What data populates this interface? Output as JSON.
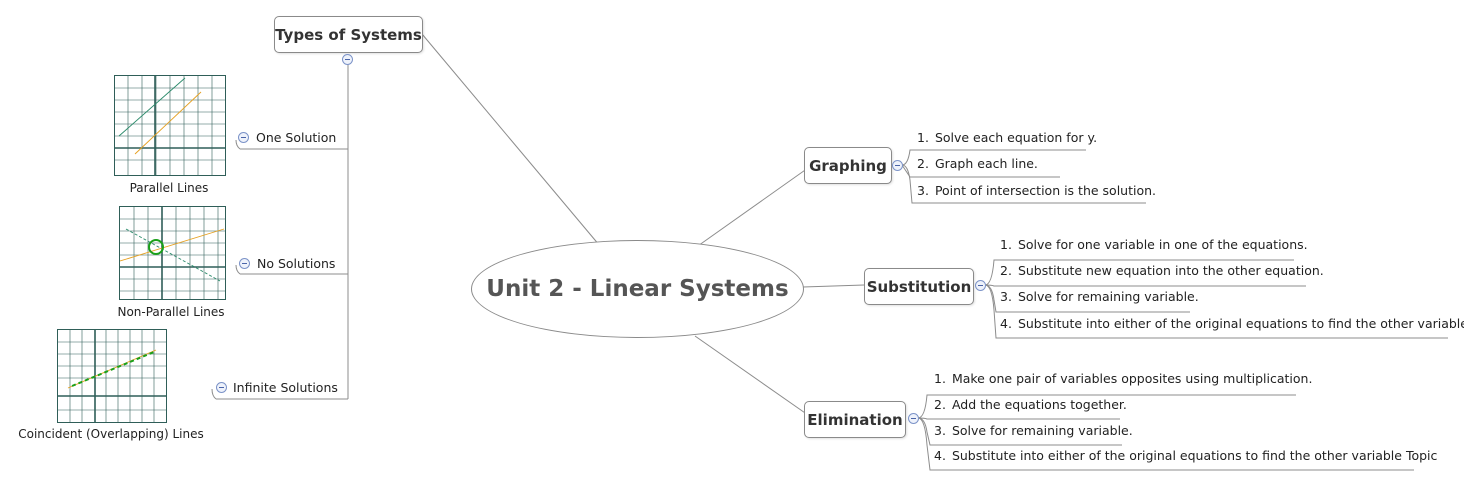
{
  "central": {
    "title": "Unit 2 - Linear Systems"
  },
  "types": {
    "title": "Types of Systems",
    "items": [
      {
        "label": "One Solution",
        "caption": "Parallel Lines"
      },
      {
        "label": "No Solutions",
        "caption": "Non-Parallel Lines"
      },
      {
        "label": "Infinite Solutions",
        "caption": "Coincident (Overlapping) Lines"
      }
    ]
  },
  "graphing": {
    "title": "Graphing",
    "steps": [
      {
        "num": "1.",
        "text": "Solve each equation for y."
      },
      {
        "num": "2.",
        "text": "Graph each line."
      },
      {
        "num": "3.",
        "text": "Point of intersection is the solution."
      }
    ]
  },
  "substitution": {
    "title": "Substitution",
    "steps": [
      {
        "num": "1.",
        "text": "Solve for one variable in one of the equations."
      },
      {
        "num": "2.",
        "text": "Substitute new equation into the other equation."
      },
      {
        "num": "3.",
        "text": "Solve for remaining variable."
      },
      {
        "num": "4.",
        "text": "Substitute into either of the original equations to find the other variable."
      }
    ]
  },
  "elimination": {
    "title": "Elimination",
    "steps": [
      {
        "num": "1.",
        "text": "Make one pair of variables opposites using multiplication."
      },
      {
        "num": "2.",
        "text": "Add the equations together."
      },
      {
        "num": "3.",
        "text": "Solve for remaining variable."
      },
      {
        "num": "4.",
        "text": "Substitute into either of the original equations to find the other variable Topic"
      }
    ]
  },
  "colors": {
    "line": "#8c8c8c",
    "grid": "#2f5e58",
    "series_a": "#2a8a6a",
    "series_b": "#e6a020",
    "highlight": "#1aa01a"
  }
}
